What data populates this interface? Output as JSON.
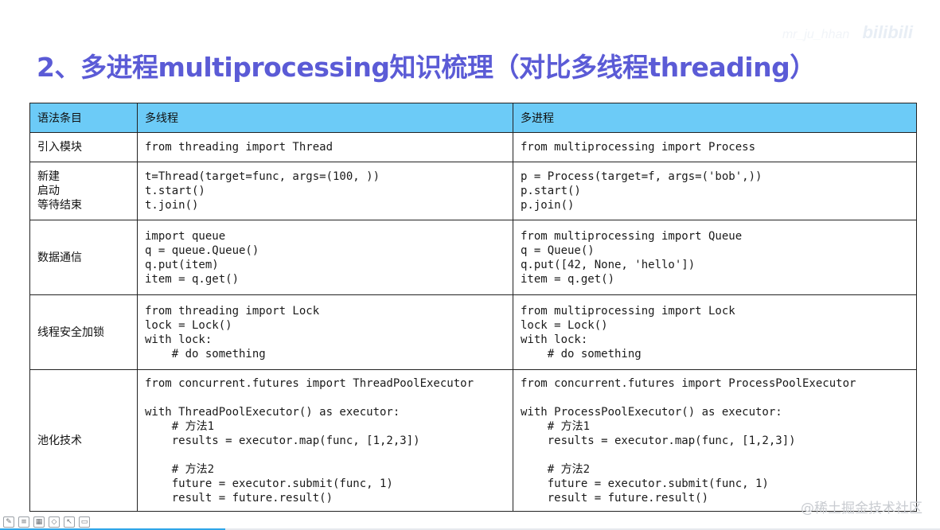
{
  "title": "2、多进程multiprocessing知识梳理（对比多线程threading）",
  "watermark_top": {
    "faint": "mr_ju_hhan",
    "brand": "bilibili"
  },
  "footer_watermark": "@稀土掘金技术社区",
  "table": {
    "headers": [
      "语法条目",
      "多线程",
      "多进程"
    ],
    "rows": [
      {
        "label": "引入模块",
        "thread": "from threading import Thread",
        "process": "from multiprocessing import Process"
      },
      {
        "label": "新建\n启动\n等待结束",
        "thread": "t=Thread(target=func, args=(100, ))\nt.start()\nt.join()",
        "process": "p = Process(target=f, args=('bob',))\np.start()\np.join()"
      },
      {
        "label": "数据通信",
        "thread": "import queue\nq = queue.Queue()\nq.put(item)\nitem = q.get()",
        "process": "from multiprocessing import Queue\nq = Queue()\nq.put([42, None, 'hello'])\nitem = q.get()"
      },
      {
        "label": "线程安全加锁",
        "thread": "from threading import Lock\nlock = Lock()\nwith lock:\n    # do something",
        "process": "from multiprocessing import Lock\nlock = Lock()\nwith lock:\n    # do something"
      },
      {
        "label": "池化技术",
        "thread": "from concurrent.futures import ThreadPoolExecutor\n\nwith ThreadPoolExecutor() as executor:\n    # 方法1\n    results = executor.map(func, [1,2,3])\n\n    # 方法2\n    future = executor.submit(func, 1)\n    result = future.result()",
        "process": "from concurrent.futures import ProcessPoolExecutor\n\nwith ProcessPoolExecutor() as executor:\n    # 方法1\n    results = executor.map(func, [1,2,3])\n\n    # 方法2\n    future = executor.submit(func, 1)\n    result = future.result()"
      }
    ]
  },
  "toolbar": {
    "icons": [
      "pen-icon",
      "notes-icon",
      "grid-icon",
      "eraser-icon",
      "pointer-icon",
      "screen-icon"
    ]
  },
  "progress": {
    "fraction": 0.24,
    "color": "#2fa6e8"
  }
}
